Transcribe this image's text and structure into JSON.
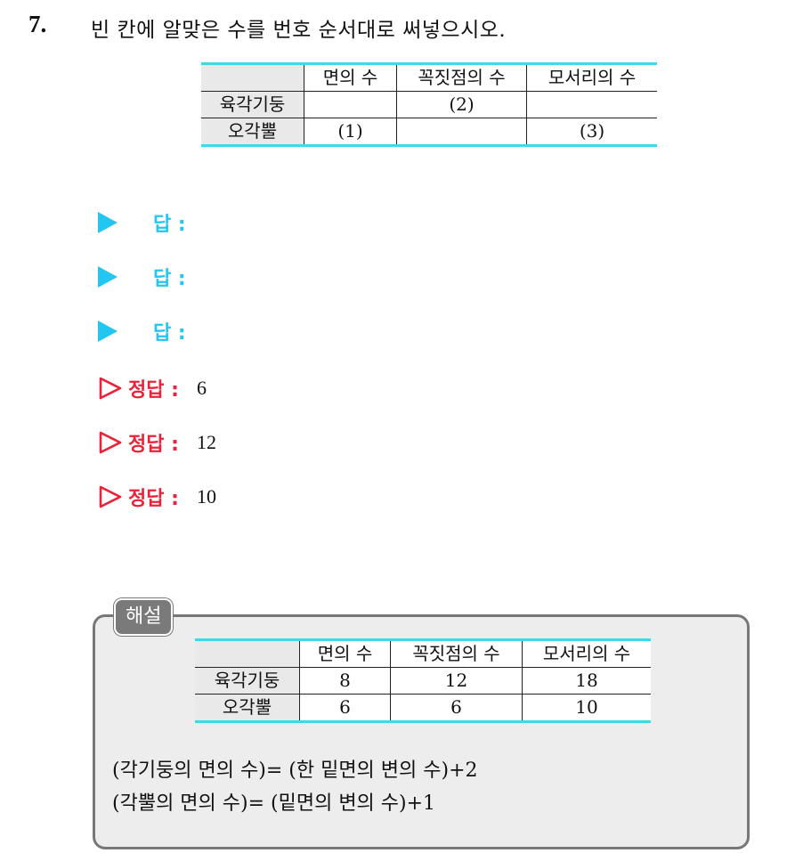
{
  "question": {
    "number": "7.",
    "text": "빈 칸에 알맞은 수를 번호 순서대로 써넣으시오."
  },
  "question_table": {
    "headers": [
      "",
      "면의 수",
      "꼭짓점의 수",
      "모서리의 수"
    ],
    "rows": [
      [
        "육각기둥",
        "",
        "(2)",
        ""
      ],
      [
        "오각뿔",
        "(1)",
        "",
        "(3)"
      ]
    ]
  },
  "answer_inputs": [
    {
      "label": "답 :"
    },
    {
      "label": "답 :"
    },
    {
      "label": "답 :"
    }
  ],
  "correct_answers": [
    {
      "label": "정답 :",
      "value": "6"
    },
    {
      "label": "정답 :",
      "value": "12"
    },
    {
      "label": "정답 :",
      "value": "10"
    }
  ],
  "explanation": {
    "tag": "해설",
    "table": {
      "headers": [
        "",
        "면의 수",
        "꼭짓점의 수",
        "모서리의 수"
      ],
      "rows": [
        [
          "육각기둥",
          "8",
          "12",
          "18"
        ],
        [
          "오각뿔",
          "6",
          "6",
          "10"
        ]
      ]
    },
    "lines": [
      "(각기둥의 면의 수)= (한 밑면의 변의 수)+2",
      "(각뿔의 면의 수)= (밑면의 변의 수)+1"
    ]
  },
  "colors": {
    "accent_cyan": "#23c6f0",
    "table_rule": "#39dbe9",
    "correct_red": "#e8233a",
    "box_gray": "#ededed"
  }
}
